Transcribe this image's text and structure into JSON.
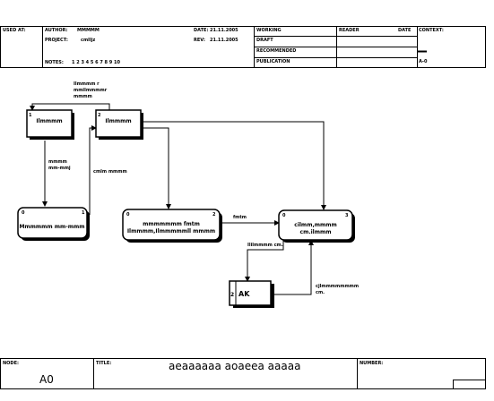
{
  "header": {
    "used_at_label": "USED AT:",
    "author_label": "AUTHOR:",
    "author_value": "MMMMM",
    "project_label": "PROJECT:",
    "project_value": "cmlljz",
    "notes_label": "NOTES:",
    "notes_value": "1 2 3 4 5 6 7 8 9 10",
    "date_label": "DATE:",
    "date_value": "21.11.2005",
    "rev_label": "REV:",
    "rev_value": "21.11.2005",
    "status": [
      "WORKING",
      "DRAFT",
      "RECOMMENDED",
      "PUBLICATION"
    ],
    "reader_label": "READER",
    "reader_date_label": "DATE",
    "context_label": "CONTEXT:",
    "context_node": "A-0"
  },
  "diagram": {
    "boxes": [
      {
        "num": "1",
        "label": "Ilmmmm"
      },
      {
        "num": "2",
        "label": "Ilmmmm"
      },
      {
        "num": "0",
        "label": "Mmmmmm mm-mmm",
        "num2": "1"
      },
      {
        "num": "0",
        "label1": "mmmmmmm fmtm",
        "label2": "Ilmmmm,Ilmmmmmll mmmm",
        "num2": "2"
      },
      {
        "num": "0",
        "label1": "cilmm,mmmm",
        "label2": "cm.ilmmm",
        "num2": "3"
      },
      {
        "num": "2",
        "label": "AK"
      }
    ],
    "labels": {
      "top_arrow": [
        "Ilmmmm r",
        "mmilmmmmr",
        "mmmm"
      ],
      "left_arrow": [
        "mmmm",
        "mm-mmj"
      ],
      "mid_arrow": "cmlm mmmm",
      "right_arrow": "fmtm",
      "ds_out": "Ililmmmm cm.",
      "ds_in": [
        "cjlmmmmmmmm",
        "cm."
      ]
    }
  },
  "footer": {
    "node_label": "NODE:",
    "node_value": "A0",
    "title_label": "TITLE:",
    "title_value": "aeaaaaaa aoaeea aaaaa",
    "number_label": "NUMBER:"
  }
}
